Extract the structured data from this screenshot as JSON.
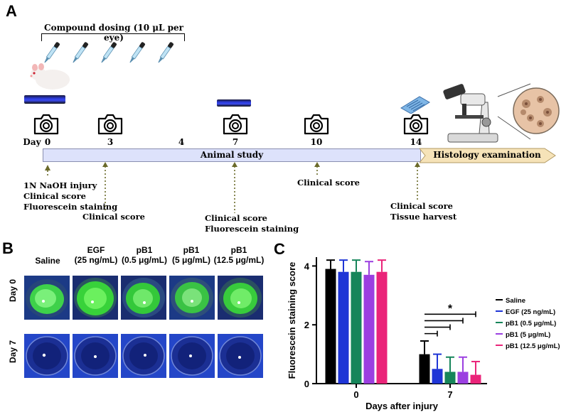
{
  "panel_a": {
    "label": "A",
    "dosing_title": "Compound dosing (10 μL per eye)",
    "day_prefix": "Day",
    "days": [
      "0",
      "3",
      "4",
      "7",
      "10",
      "14"
    ],
    "timeline_label": "Animal study",
    "histology_label": "Histology examination",
    "notes": {
      "d0": [
        "1N NaOH injury",
        "Clinical score",
        "Fluorescein staining"
      ],
      "d3": [
        "Clinical score"
      ],
      "d7": [
        "Clinical score",
        "Fluorescein staining"
      ],
      "d10": [
        "Clinical score"
      ],
      "d14": [
        "Clinical score",
        "Tissue harvest"
      ]
    },
    "icons": [
      "rat-icon",
      "uv-lamp-icon",
      "camera-icon",
      "dropper-icon",
      "tissue-cassette-icon",
      "microscope-icon"
    ]
  },
  "panel_b": {
    "label": "B",
    "columns": [
      "Saline",
      "EGF\n(25 ng/mL)",
      "pB1\n(0.5 μg/mL)",
      "pB1\n(5 μg/mL)",
      "pB1\n(12.5 μg/mL)"
    ],
    "rows": [
      "Day 0",
      "Day 7"
    ]
  },
  "panel_c": {
    "label": "C",
    "significance": "*"
  },
  "chart_data": {
    "type": "bar",
    "ylabel": "Fluorescein staining score",
    "xlabel": "Days after injury",
    "categories": [
      "0",
      "7"
    ],
    "ylim": [
      0,
      4.3
    ],
    "yticks": [
      "0",
      "2",
      "4"
    ],
    "legend_position": "right",
    "series": [
      {
        "name": "Saline",
        "color": "#000000",
        "values": [
          3.9,
          1.0
        ],
        "errors": [
          0.3,
          0.45
        ]
      },
      {
        "name": "EGF (25 ng/mL)",
        "color": "#1f35d6",
        "values": [
          3.8,
          0.5
        ],
        "errors": [
          0.4,
          0.5
        ]
      },
      {
        "name": "pB1 (0.5 μg/mL)",
        "color": "#16855a",
        "values": [
          3.8,
          0.4
        ],
        "errors": [
          0.4,
          0.5
        ]
      },
      {
        "name": "pB1 (5 μg/mL)",
        "color": "#9b3fe0",
        "values": [
          3.7,
          0.4
        ],
        "errors": [
          0.45,
          0.5
        ]
      },
      {
        "name": "pB1 (12.5 μg/mL)",
        "color": "#ea2479",
        "values": [
          3.8,
          0.3
        ],
        "errors": [
          0.4,
          0.45
        ]
      }
    ]
  }
}
